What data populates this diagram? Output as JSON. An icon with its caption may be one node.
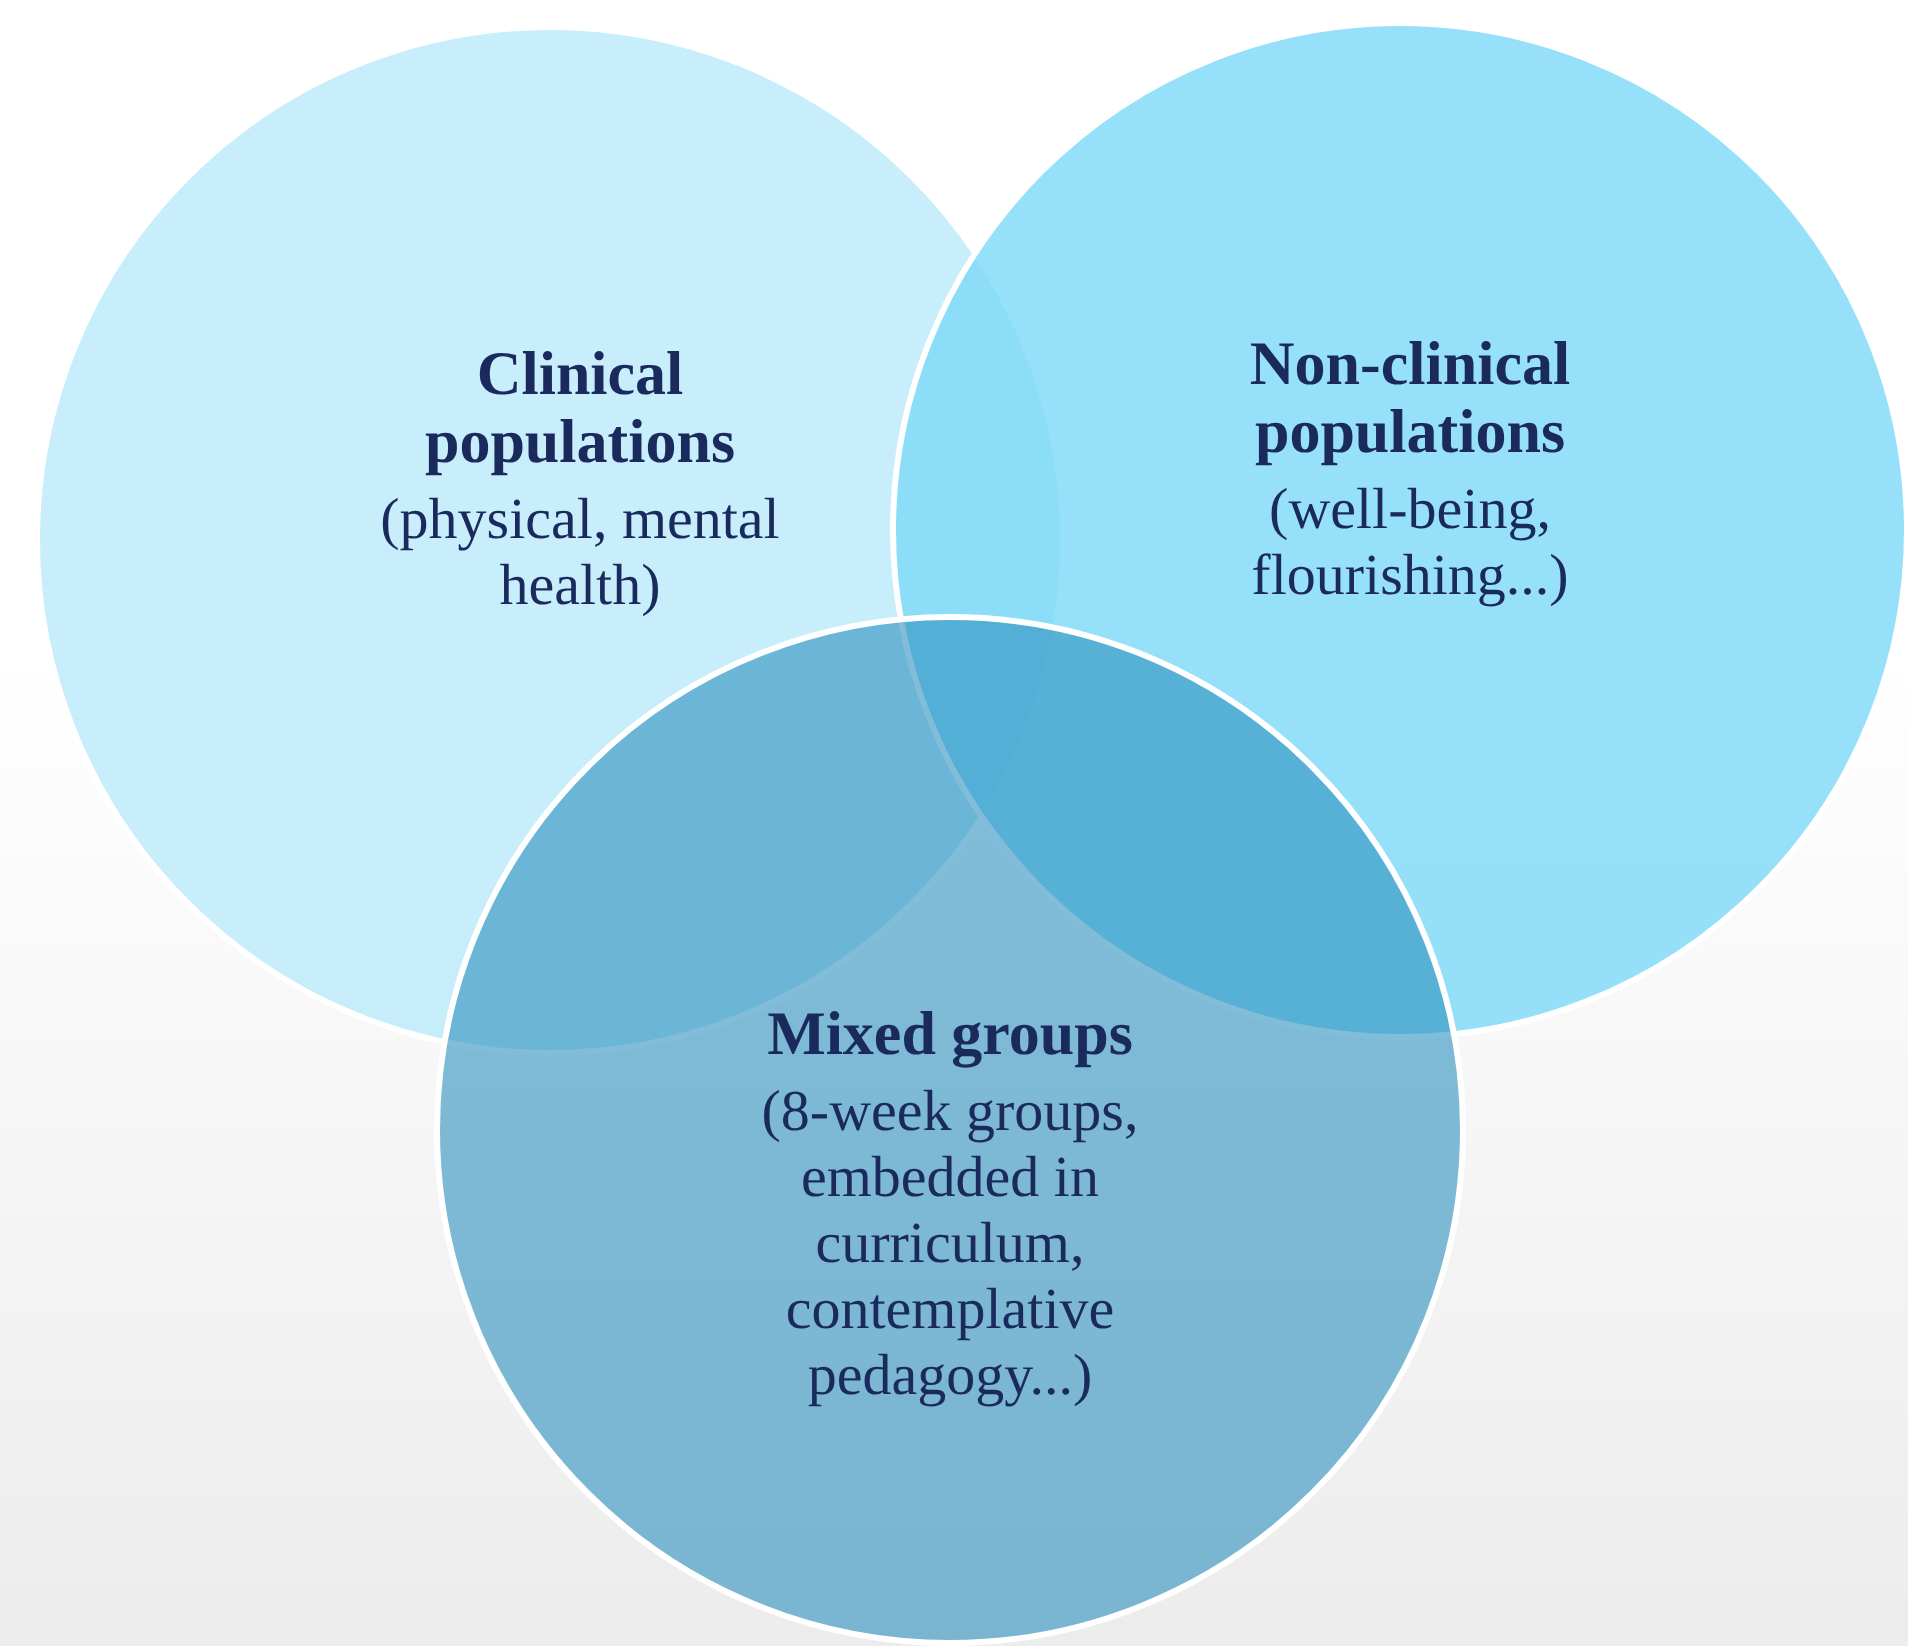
{
  "diagram": {
    "nodes": [
      {
        "text": [
          "Clinical populations",
          "(physical, mental health)"
        ]
      },
      {
        "text": [
          "Non-clinical populations",
          "(well-being, flourishing...)"
        ]
      },
      {
        "text": [
          "Mixed groups",
          "(8-week groups, embedded in curriculum, contemplative pedagogy...)"
        ]
      }
    ]
  }
}
